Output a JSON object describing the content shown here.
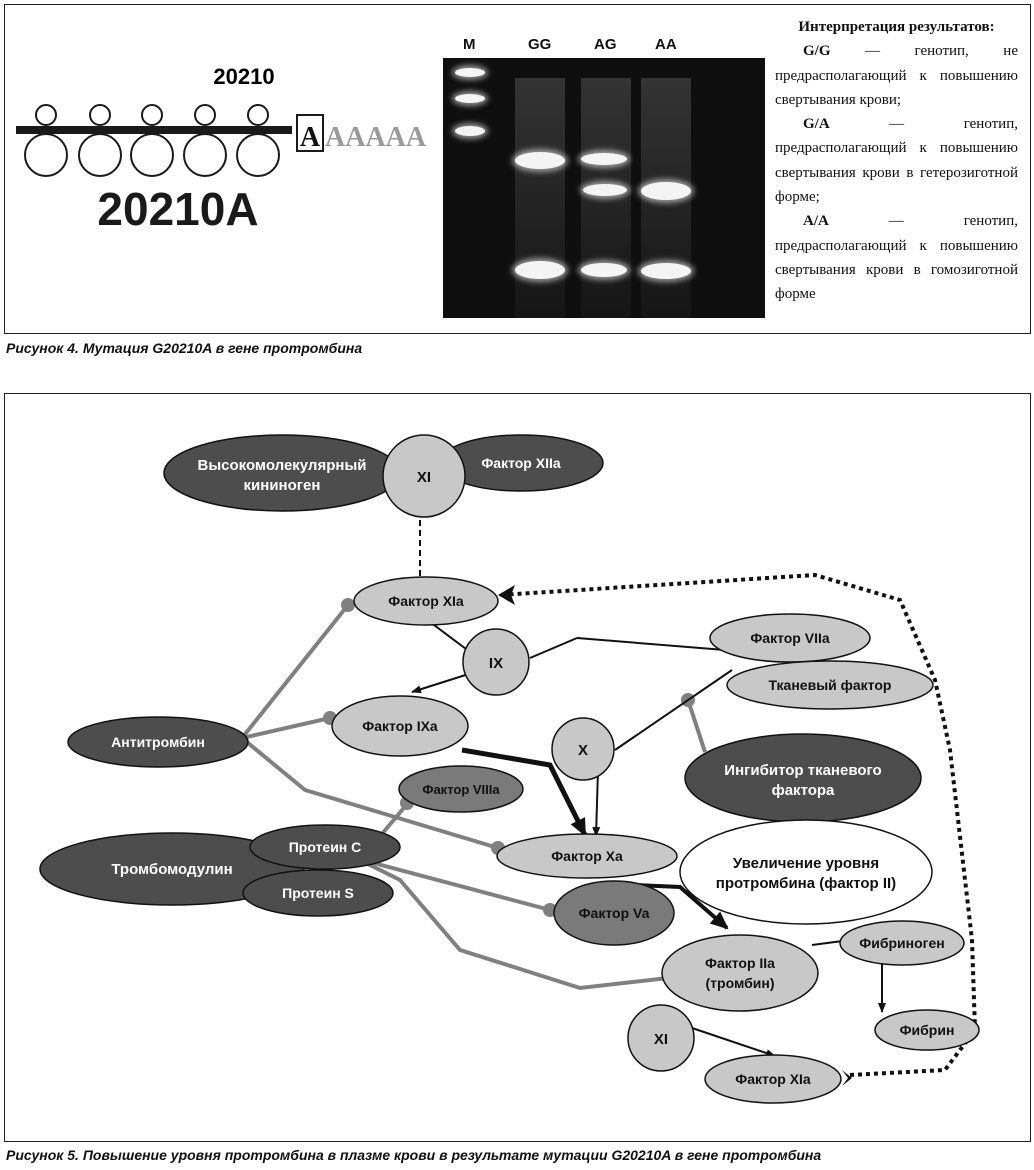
{
  "figure4": {
    "caption": "Рисунок 4. Мутация G20210A в гене протромбина",
    "position_label": "20210",
    "mutation_label": "20210A",
    "mutated_base": "A",
    "tail_bases": "AAAAA",
    "gel": {
      "lanes": [
        "M",
        "GG",
        "AG",
        "AA"
      ]
    },
    "interpretation": {
      "title": "Интерпретация результатов:",
      "items": [
        {
          "genotype": "G/G",
          "text": " — генотип, не предрасполагающий к повышению свертывания крови;"
        },
        {
          "genotype": "G/A",
          "text": " — генотип, предрасполагающий к повышению свертывания крови в гетерозиготной форме;"
        },
        {
          "genotype": "A/A",
          "text": " — генотип, предрасполагающий к повышению свертывания крови в гомозиготной форме"
        }
      ]
    }
  },
  "figure5": {
    "caption": "Рисунок 5. Повышение уровня протромбина в плазме крови в результате мутации G20210A в гене протромбина",
    "nodes": {
      "hmwk": [
        "Высокомолекулярный",
        "кининоген"
      ],
      "xi_top": "XI",
      "f12a": "Фактор XIIa",
      "f11a": "Фактор XIa",
      "ix": "IX",
      "f7a": "Фактор VIIa",
      "tf": "Тканевый фактор",
      "antithrombin": "Антитромбин",
      "f9a": "Фактор IXa",
      "x": "X",
      "tfpi": [
        "Ингибитор тканевого",
        "фактора"
      ],
      "f8a": "Фактор VIIIa",
      "thrombomodulin": "Тромбомодулин",
      "protein_c": "Протеин C",
      "protein_s": "Протеин S",
      "f10a": "Фактор Xa",
      "increase": [
        "Увеличение уровня",
        "протромбина (фактор II)"
      ],
      "f5a": "Фактор Va",
      "f2a": [
        "Фактор IIa",
        "(тромбин)"
      ],
      "fibrinogen": "Фибриноген",
      "xi_bottom": "XI",
      "fibrin": "Фибрин",
      "f11a_bottom": "Фактор XIa"
    },
    "colors": {
      "dark": "#4d4d4d",
      "medium": "#7a7a7a",
      "light": "#c8c8c8",
      "inhibition_line": "#808080"
    }
  }
}
